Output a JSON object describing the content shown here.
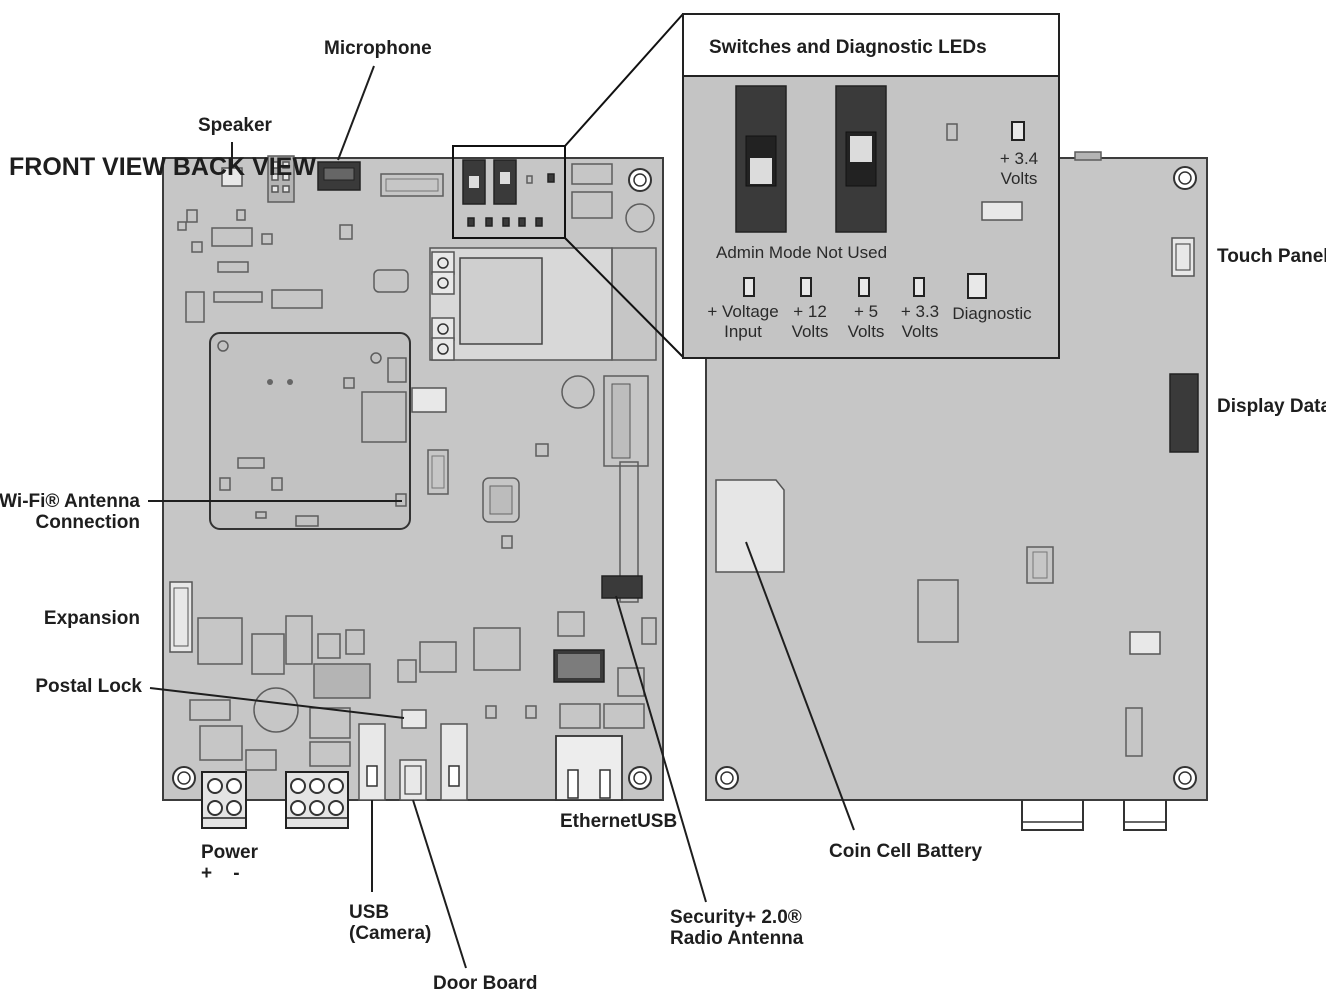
{
  "views": {
    "front_back": "FRONT VIEW BACK VIEW"
  },
  "inset": {
    "title": "Switches and Diagnostic LEDs",
    "switch_caption": "Admin Mode Not Used",
    "led_top_line1": "+ 3.4",
    "led_top_line2": "Volts",
    "leds": [
      {
        "line1": "+ Voltage",
        "line2": "Input"
      },
      {
        "line1": "+ 12",
        "line2": "Volts"
      },
      {
        "line1": "+ 5",
        "line2": "Volts"
      },
      {
        "line1": "+ 3.3",
        "line2": "Volts"
      },
      {
        "line1": "Diagnostic",
        "line2": ""
      }
    ]
  },
  "labels": {
    "microphone": "Microphone",
    "speaker": "Speaker",
    "wifi_line1": "Wi-Fi® Antenna",
    "wifi_line2": "Connection",
    "expansion": "Expansion",
    "postal_lock": "Postal Lock",
    "power": "Power",
    "power_polarity": "+    -",
    "usb_line1": "USB",
    "usb_line2": "(Camera)",
    "door_board": "Door Board",
    "ethernet_usb": "EthernetUSB",
    "security_line1": "Security+ 2.0®",
    "security_line2": "Radio Antenna",
    "coin_cell": "Coin Cell Battery",
    "touch_panel": "Touch Panel",
    "display_data": "Display Data"
  },
  "colors": {
    "board": "#c6c6c6",
    "board_stroke": "#3c3c3c",
    "inset_bg": "#c4c4c4",
    "label": "#1e1e1e"
  }
}
